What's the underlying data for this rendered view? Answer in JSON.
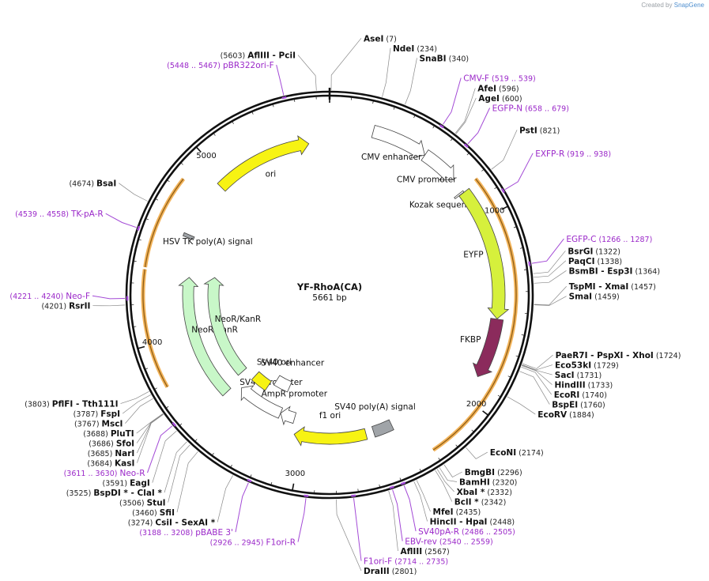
{
  "brand": {
    "created_by": "Created by",
    "name": "SnapGene"
  },
  "plasmid": {
    "name": "YF-RhoA(CA)",
    "size": "5661 bp",
    "length": 5661
  },
  "ticks": [
    {
      "pos": 1000,
      "label": "1000"
    },
    {
      "pos": 2000,
      "label": "2000"
    },
    {
      "pos": 3000,
      "label": "3000"
    },
    {
      "pos": 4000,
      "label": "4000"
    },
    {
      "pos": 5000,
      "label": "5000"
    }
  ],
  "enzymes": [
    {
      "name": "AflIII",
      "extra": "- PciI",
      "pos": "(5603)",
      "bp": 5603
    },
    {
      "name": "AseI",
      "extra": "",
      "pos": "(7)",
      "bp": 7
    },
    {
      "name": "NdeI",
      "extra": "",
      "pos": "(234)",
      "bp": 234
    },
    {
      "name": "SnaBI",
      "extra": "",
      "pos": "(340)",
      "bp": 340
    },
    {
      "name": "AfeI",
      "extra": "",
      "pos": "(596)",
      "bp": 596
    },
    {
      "name": "AgeI",
      "extra": "",
      "pos": "(600)",
      "bp": 600
    },
    {
      "name": "PstI",
      "extra": "",
      "pos": "(821)",
      "bp": 821
    },
    {
      "name": "BsrGI",
      "extra": "",
      "pos": "(1322)",
      "bp": 1322
    },
    {
      "name": "PaqCI",
      "extra": "",
      "pos": "(1338)",
      "bp": 1338
    },
    {
      "name": "BsmBI",
      "extra": "- Esp3I",
      "pos": "(1364)",
      "bp": 1364
    },
    {
      "name": "TspMI",
      "extra": "- XmaI",
      "pos": "(1457)",
      "bp": 1457
    },
    {
      "name": "SmaI",
      "extra": "",
      "pos": "(1459)",
      "bp": 1459
    },
    {
      "name": "PaeR7I",
      "extra": "- PspXI - XhoI",
      "pos": "(1724)",
      "bp": 1724
    },
    {
      "name": "Eco53kI",
      "extra": "",
      "pos": "(1729)",
      "bp": 1729
    },
    {
      "name": "SacI",
      "extra": "",
      "pos": "(1731)",
      "bp": 1731
    },
    {
      "name": "HindIII",
      "extra": "",
      "pos": "(1733)",
      "bp": 1733
    },
    {
      "name": "EcoRI",
      "extra": "",
      "pos": "(1740)",
      "bp": 1740
    },
    {
      "name": "BspEI",
      "extra": "",
      "pos": "(1760)",
      "bp": 1760
    },
    {
      "name": "EcoRV",
      "extra": "",
      "pos": "(1884)",
      "bp": 1884
    },
    {
      "name": "EcoNI",
      "extra": "",
      "pos": "(2174)",
      "bp": 2174
    },
    {
      "name": "BmgBI",
      "extra": "",
      "pos": "(2296)",
      "bp": 2296
    },
    {
      "name": "BamHI",
      "extra": "",
      "pos": "(2320)",
      "bp": 2320
    },
    {
      "name": "XbaI *",
      "extra": "",
      "pos": "(2332)",
      "bp": 2332
    },
    {
      "name": "BclI *",
      "extra": "",
      "pos": "(2342)",
      "bp": 2342
    },
    {
      "name": "MfeI",
      "extra": "",
      "pos": "(2435)",
      "bp": 2435
    },
    {
      "name": "HincII",
      "extra": "- HpaI",
      "pos": "(2448)",
      "bp": 2448
    },
    {
      "name": "AflIII",
      "extra": "",
      "pos": "(2567)",
      "bp": 2567
    },
    {
      "name": "DraIII",
      "extra": "",
      "pos": "(2801)",
      "bp": 2801
    },
    {
      "name": "CsiI",
      "extra": "- SexAI *",
      "pos": "(3274)",
      "bp": 3274
    },
    {
      "name": "SfiI",
      "extra": "",
      "pos": "(3460)",
      "bp": 3460
    },
    {
      "name": "StuI",
      "extra": "",
      "pos": "(3506)",
      "bp": 3506
    },
    {
      "name": "BspDI *",
      "extra": "- ClaI *",
      "pos": "(3525)",
      "bp": 3525
    },
    {
      "name": "EagI",
      "extra": "",
      "pos": "(3591)",
      "bp": 3591
    },
    {
      "name": "KasI",
      "extra": "",
      "pos": "(3684)",
      "bp": 3684
    },
    {
      "name": "NarI",
      "extra": "",
      "pos": "(3685)",
      "bp": 3685
    },
    {
      "name": "SfoI",
      "extra": "",
      "pos": "(3686)",
      "bp": 3686
    },
    {
      "name": "PluTI",
      "extra": "",
      "pos": "(3688)",
      "bp": 3688
    },
    {
      "name": "MscI",
      "extra": "",
      "pos": "(3767)",
      "bp": 3767
    },
    {
      "name": "FspI",
      "extra": "",
      "pos": "(3787)",
      "bp": 3787
    },
    {
      "name": "PflFI",
      "extra": "- Tth111I",
      "pos": "(3803)",
      "bp": 3803
    },
    {
      "name": "RsrII",
      "extra": "",
      "pos": "(4201)",
      "bp": 4201
    },
    {
      "name": "BsaI",
      "extra": "",
      "pos": "(4674)",
      "bp": 4674
    }
  ],
  "primers": [
    {
      "name": "pBR322ori-F",
      "range": "(5448 .. 5467)",
      "bp": 5457
    },
    {
      "name": "CMV-F",
      "range": "(519 .. 539)",
      "bp": 529
    },
    {
      "name": "EGFP-N",
      "range": "(658 .. 679)",
      "bp": 668
    },
    {
      "name": "EXFP-R",
      "range": "(919 .. 938)",
      "bp": 928
    },
    {
      "name": "EGFP-C",
      "range": "(1266 .. 1287)",
      "bp": 1276
    },
    {
      "name": "SV40pA-R",
      "range": "(2486 .. 2505)",
      "bp": 2495
    },
    {
      "name": "EBV-rev",
      "range": "(2540 .. 2559)",
      "bp": 2549
    },
    {
      "name": "F1ori-F",
      "range": "(2714 .. 2735)",
      "bp": 2724
    },
    {
      "name": "F1ori-R",
      "range": "(2926 .. 2945)",
      "bp": 2935
    },
    {
      "name": "pBABE 3'",
      "range": "(3188 .. 3208)",
      "bp": 3198
    },
    {
      "name": "Neo-R",
      "range": "(3611 .. 3630)",
      "bp": 3620
    },
    {
      "name": "Neo-F",
      "range": "(4221 .. 4240)",
      "bp": 4230
    },
    {
      "name": "TK-pA-R",
      "range": "(4539 .. 4558)",
      "bp": 4548
    }
  ],
  "features": [
    {
      "name": "CMV enhancer",
      "start": 235,
      "end": 538,
      "color": "#ffffff",
      "dir": "cw"
    },
    {
      "name": "CMV promoter",
      "start": 539,
      "end": 742,
      "color": "#ffffff",
      "dir": "cw"
    },
    {
      "name": "Kozak sequence",
      "start": 818,
      "end": 827,
      "color": "#ffffff",
      "dir": "none"
    },
    {
      "name": "EYFP",
      "start": 828,
      "end": 1544,
      "color": "#d6f03c",
      "dir": "cw"
    },
    {
      "name": "FKBP",
      "start": 1545,
      "end": 1870,
      "color": "#8b2b5c",
      "dir": "cw"
    },
    {
      "name": "SV40 poly(A) signal",
      "start": 2430,
      "end": 2551,
      "color": "#a0a4a8",
      "dir": "none"
    },
    {
      "name": "f1 ori",
      "start": 2600,
      "end": 3055,
      "color": "#f7f313",
      "dir": "cw"
    },
    {
      "name": "AmpR promoter",
      "start": 3080,
      "end": 3184,
      "color": "#ffffff",
      "dir": "cw"
    },
    {
      "name": "SV40 promoter",
      "start": 3185,
      "end": 3514,
      "color": "#ffffff",
      "dir": "cw"
    },
    {
      "name": "SV40 enhancer",
      "start": 3200,
      "end": 3330,
      "color": "#ffffff",
      "dir": "none"
    },
    {
      "name": "SV40 ori",
      "start": 3365,
      "end": 3500,
      "color": "#f7f313",
      "dir": "none"
    },
    {
      "name": "NeoR/KanR",
      "start": 3563,
      "end": 4357,
      "color": "#c8f7c8",
      "dir": "cw"
    },
    {
      "name": "NeoR/KanR",
      "start": 3595,
      "end": 4380,
      "color": "#c8f7c8",
      "dir": "cw"
    },
    {
      "name": "HSV TK poly(A) signal",
      "start": 4591,
      "end": 4610,
      "color": "#a0a4a8",
      "dir": "none"
    },
    {
      "name": "ori",
      "start": 4950,
      "end": 5538,
      "color": "#f7f313",
      "dir": "cw"
    }
  ],
  "orfs": [
    {
      "start": 810,
      "end": 2300
    },
    {
      "start": 3780,
      "end": 4370
    },
    {
      "start": 4380,
      "end": 4850
    }
  ]
}
